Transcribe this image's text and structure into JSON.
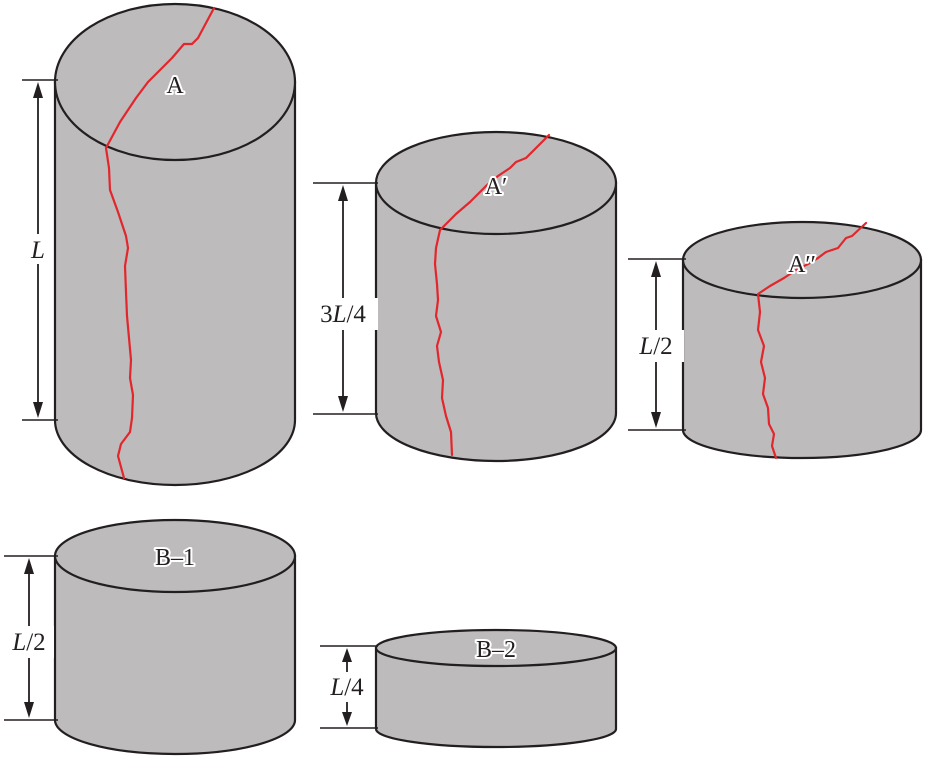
{
  "specimens": [
    {
      "id": "A",
      "label": "A",
      "height_label": "L",
      "cracked": true
    },
    {
      "id": "A1",
      "label": "A′",
      "height_label": "3L/4",
      "cracked": true
    },
    {
      "id": "A2",
      "label": "A′′",
      "height_label": "L/2",
      "cracked": true
    },
    {
      "id": "B1",
      "label": "B–1",
      "height_label": "L/2",
      "cracked": false
    },
    {
      "id": "B2",
      "label": "B–2",
      "height_label": "L/4",
      "cracked": false
    }
  ],
  "colors": {
    "cylinder_fill": "#bdbbbc",
    "outline": "#231f20",
    "crack": "#e3262c"
  }
}
